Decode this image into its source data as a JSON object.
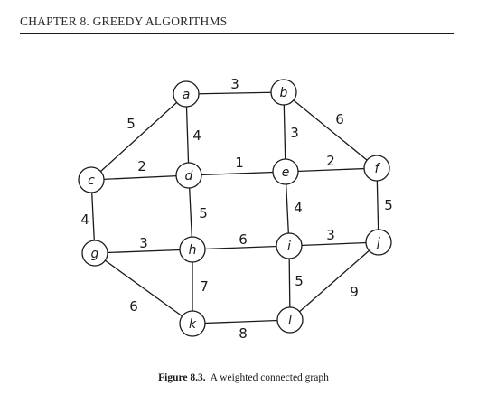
{
  "header": {
    "chapter_title": "CHAPTER 8.   GREEDY ALGORITHMS"
  },
  "graph": {
    "nodes": [
      "a",
      "b",
      "c",
      "d",
      "e",
      "f",
      "g",
      "h",
      "i",
      "j",
      "k",
      "l"
    ],
    "edges": [
      {
        "from": "a",
        "to": "b",
        "weight": "3"
      },
      {
        "from": "a",
        "to": "c",
        "weight": "5"
      },
      {
        "from": "a",
        "to": "d",
        "weight": "4"
      },
      {
        "from": "b",
        "to": "e",
        "weight": "3"
      },
      {
        "from": "b",
        "to": "f",
        "weight": "6"
      },
      {
        "from": "c",
        "to": "d",
        "weight": "2"
      },
      {
        "from": "c",
        "to": "g",
        "weight": "4"
      },
      {
        "from": "d",
        "to": "e",
        "weight": "1"
      },
      {
        "from": "d",
        "to": "h",
        "weight": "5"
      },
      {
        "from": "e",
        "to": "f",
        "weight": "2"
      },
      {
        "from": "e",
        "to": "i",
        "weight": "4"
      },
      {
        "from": "f",
        "to": "j",
        "weight": "5"
      },
      {
        "from": "g",
        "to": "h",
        "weight": "3"
      },
      {
        "from": "g",
        "to": "k",
        "weight": "6"
      },
      {
        "from": "h",
        "to": "i",
        "weight": "6"
      },
      {
        "from": "h",
        "to": "k",
        "weight": "7"
      },
      {
        "from": "i",
        "to": "j",
        "weight": "3"
      },
      {
        "from": "i",
        "to": "l",
        "weight": "5"
      },
      {
        "from": "j",
        "to": "l",
        "weight": "9"
      },
      {
        "from": "k",
        "to": "l",
        "weight": "8"
      }
    ]
  },
  "caption": {
    "figure_number": "Figure 8.3.",
    "text": "A weighted connected graph"
  }
}
